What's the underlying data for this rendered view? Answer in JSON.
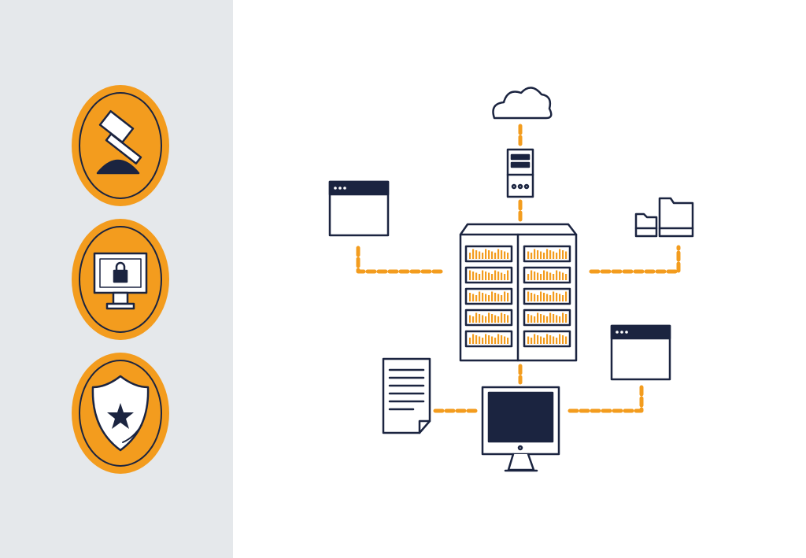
{
  "colors": {
    "panel_bg": "#e5e8eb",
    "orange": "#f39c1e",
    "navy": "#1b2440",
    "white": "#ffffff"
  },
  "badges": [
    {
      "icon": "gavel-icon"
    },
    {
      "icon": "locked-monitor-icon"
    },
    {
      "icon": "shield-star-icon"
    }
  ],
  "diagram": {
    "nodes": [
      "cloud",
      "small-server",
      "server-rack",
      "browser-window-left",
      "folders",
      "browser-window-right",
      "document",
      "desktop-monitor"
    ]
  }
}
